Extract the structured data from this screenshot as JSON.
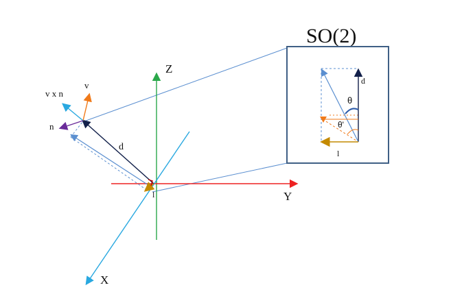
{
  "labels": {
    "axis_z": "Z",
    "axis_y": "Y",
    "axis_x": "X",
    "vec_d": "d",
    "vec_l": "l",
    "vec_v": "v",
    "vec_n": "n",
    "vec_v_cross_n": "v x n",
    "inset_title": "SO(2)",
    "inset_d": "d",
    "inset_l": "l",
    "theta": "θ",
    "theta_prime": "θ'"
  },
  "colors": {
    "axis_z": "#2aa84a",
    "axis_y": "#ee2222",
    "axis_x": "#29a8e0",
    "vec_d": "#12204a",
    "vec_l": "#c48a00",
    "vec_v": "#f07a1a",
    "vec_n": "#6a2c9a",
    "vec_v_cross_n": "#29a8e0",
    "projection": "#5b8fd0",
    "inset_frame": "#3f5f85",
    "arc": "#f07a1a",
    "corner_marker": "#c00000"
  }
}
